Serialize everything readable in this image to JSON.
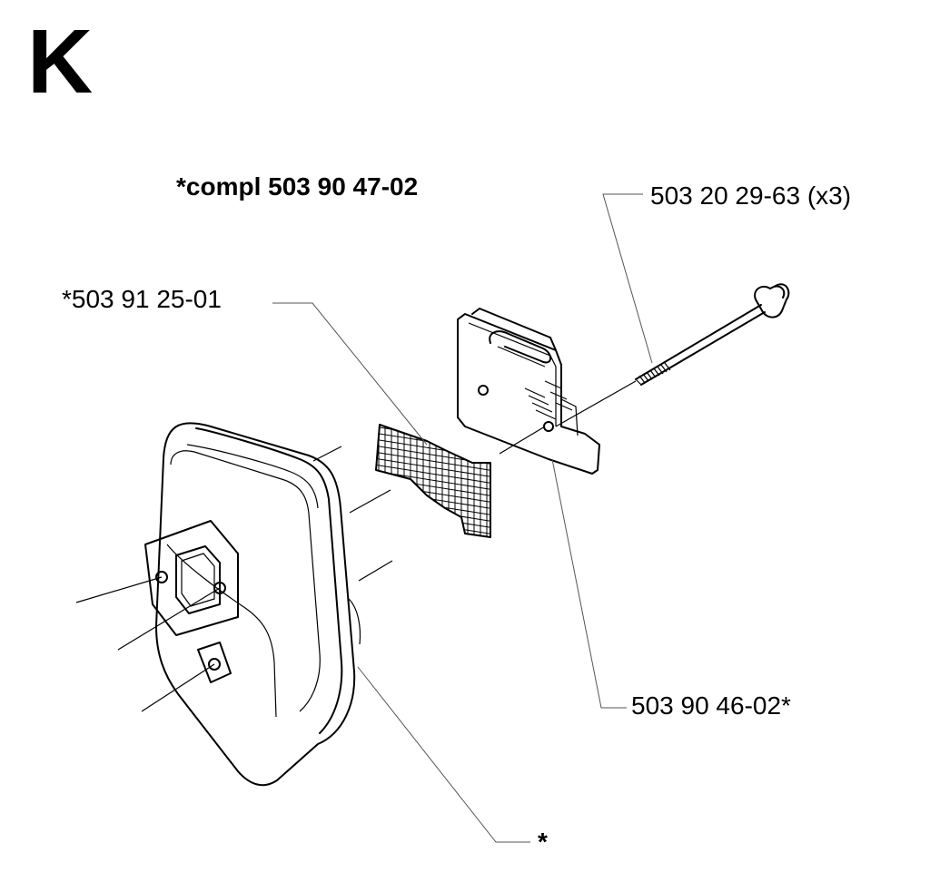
{
  "diagram": {
    "section_letter": "K",
    "kit_label": "*compl 503 90 47-02",
    "callouts": {
      "bolt": "503 20 29-63 (x3)",
      "spark_screen": "*503 91 25-01",
      "plate": "503 90 46-02*",
      "muffler": "*"
    }
  }
}
